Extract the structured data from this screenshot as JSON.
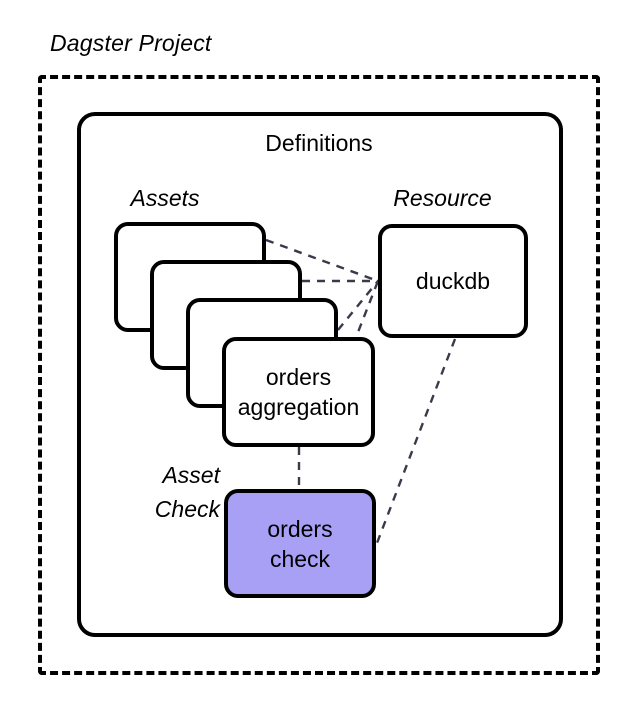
{
  "diagram": {
    "title": "Dagster Project",
    "container": {
      "label": "Definitions",
      "boundary_style": "dashed"
    },
    "groups": {
      "assets_label": "Assets",
      "resource_label": "Resource",
      "asset_check_label": "Asset Check"
    },
    "nodes": {
      "asset_card_1": "",
      "asset_card_2": "",
      "asset_card_3": "",
      "orders_aggregation_line1": "orders",
      "orders_aggregation_line2": "aggregation",
      "duckdb": "duckdb",
      "orders_check_line1": "orders",
      "orders_check_line2": "check"
    },
    "colors": {
      "stroke": "#000000",
      "background": "#ffffff",
      "asset_check_fill": "#a7a0f5",
      "edge": "#3a3a4a"
    },
    "edges": [
      {
        "from": "asset_card_1",
        "to": "duckdb",
        "style": "dashed"
      },
      {
        "from": "asset_card_2",
        "to": "duckdb",
        "style": "dashed"
      },
      {
        "from": "asset_card_3",
        "to": "duckdb",
        "style": "dashed"
      },
      {
        "from": "orders_aggregation",
        "to": "duckdb",
        "style": "dashed"
      },
      {
        "from": "orders_aggregation",
        "to": "orders_check",
        "style": "dashed"
      },
      {
        "from": "duckdb",
        "to": "orders_check",
        "style": "dashed"
      }
    ]
  }
}
